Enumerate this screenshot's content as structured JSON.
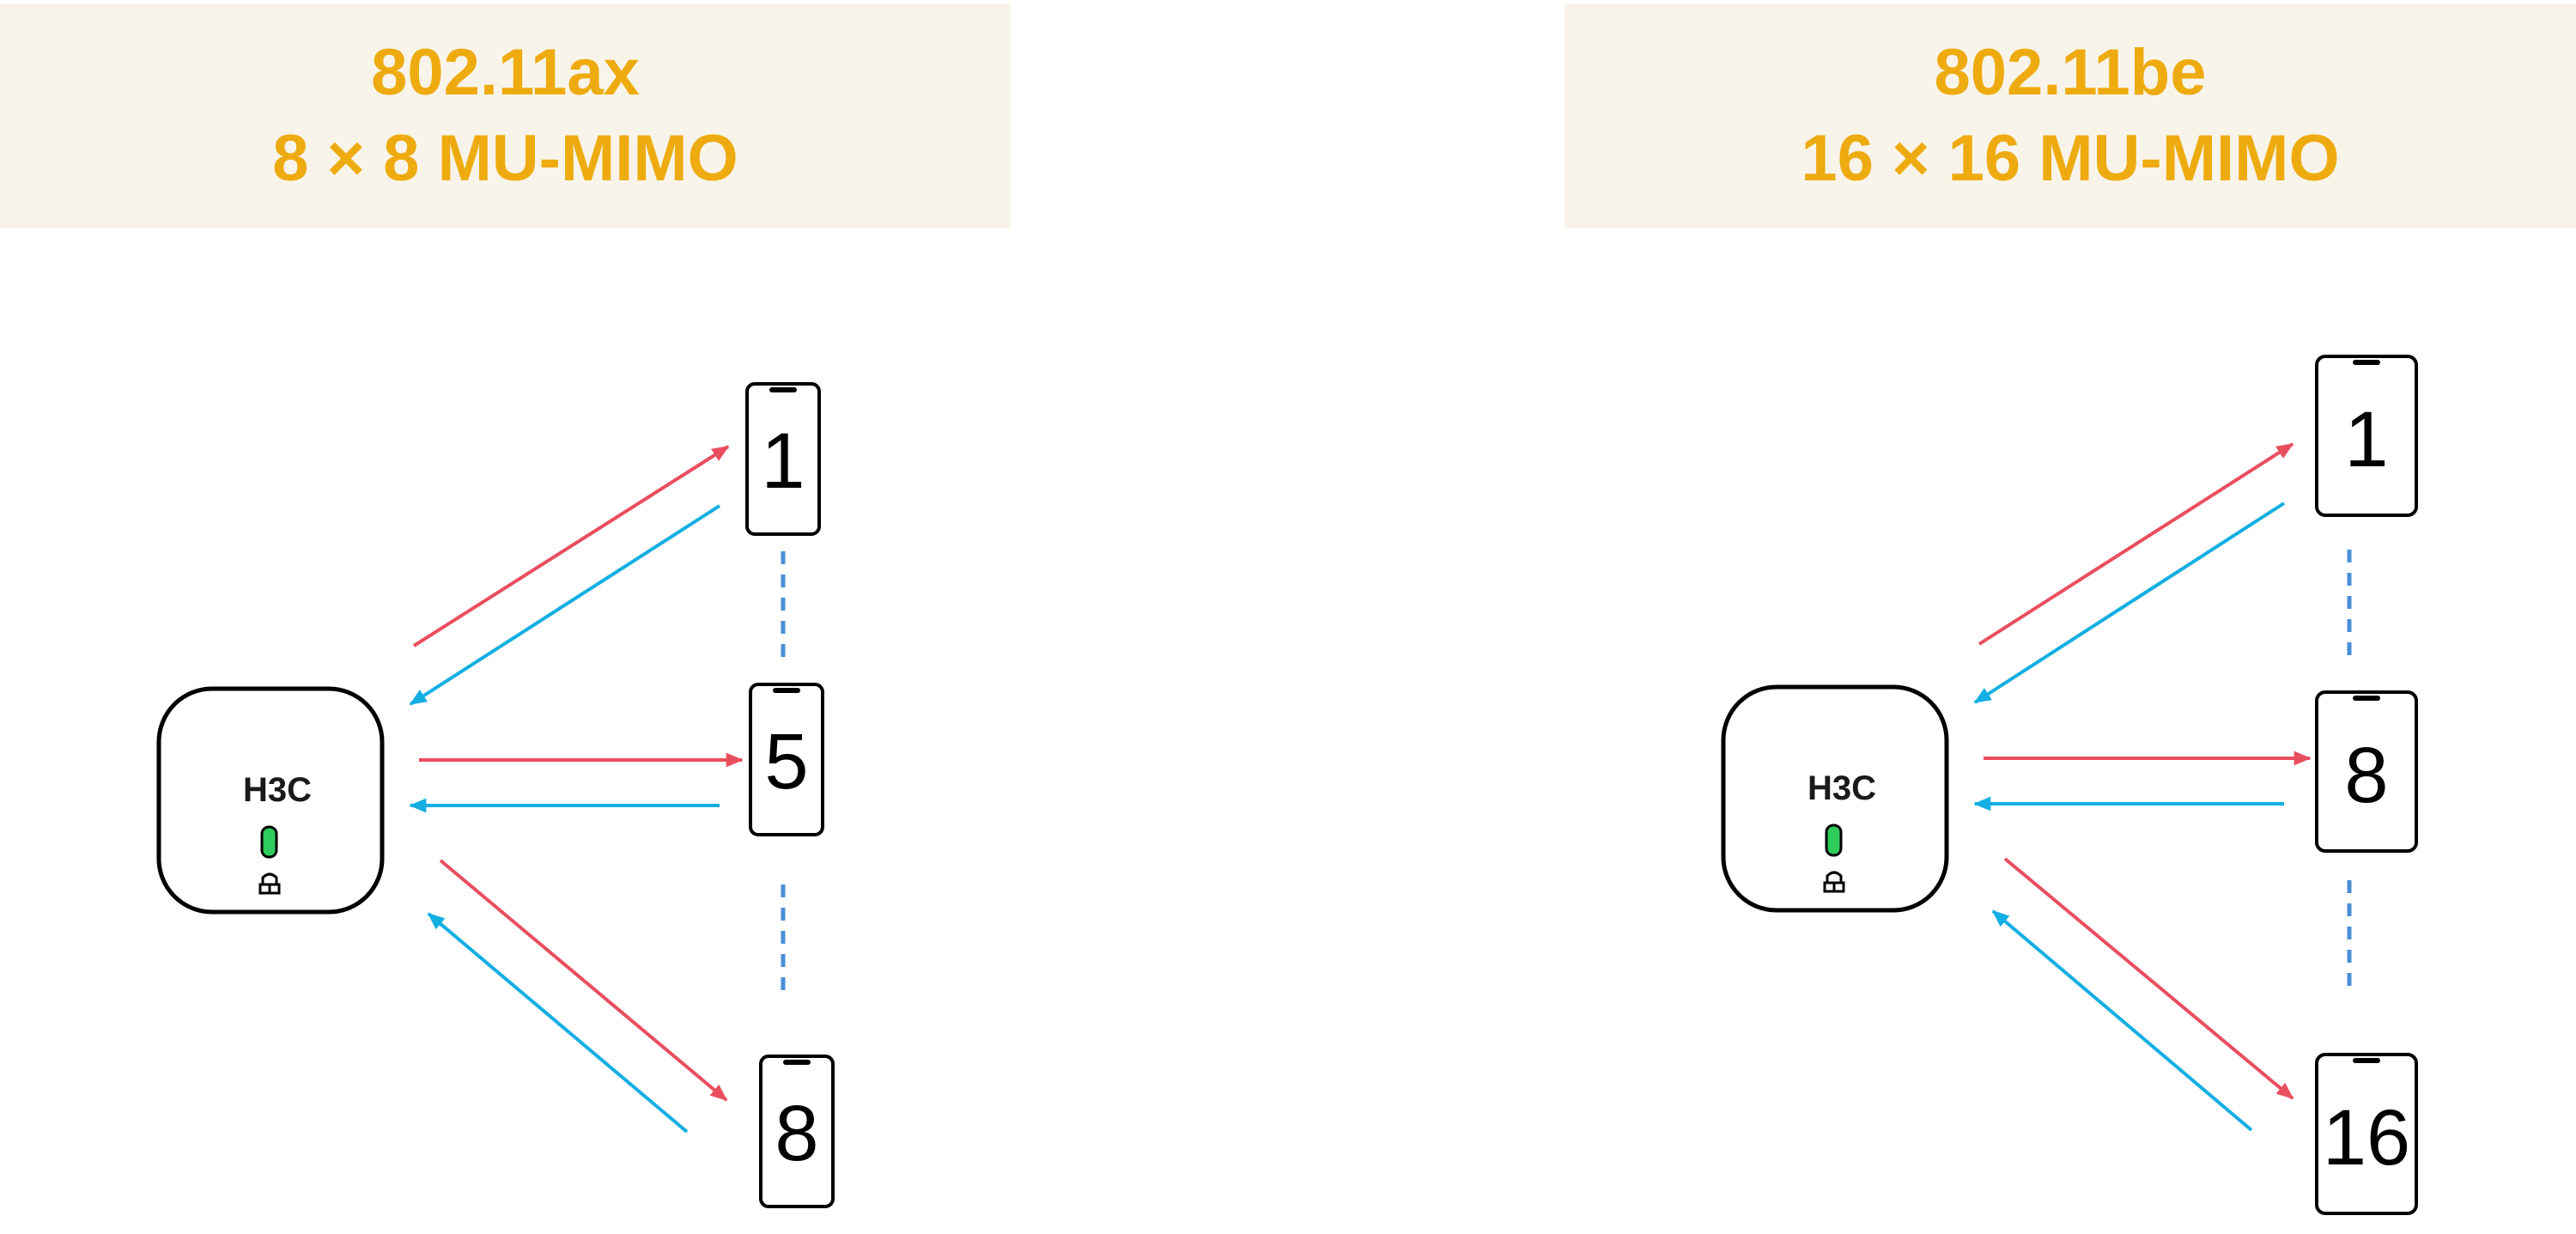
{
  "colors": {
    "banner_text": "#eeab10",
    "banner_bg": "#f8f4e9",
    "downlink_arrow": "#e94e5e",
    "uplink_arrow": "#13aee2",
    "dashed_connector": "#4a8fd6",
    "led": "#2ecc5a"
  },
  "panels": [
    {
      "standard": "802.11ax",
      "mimo": "8 × 8 MU-MIMO",
      "access_point": {
        "brand": "H3C",
        "icons": [
          "led-indicator-icon",
          "lock-icon"
        ]
      },
      "clients": [
        "1",
        "5",
        "8"
      ]
    },
    {
      "standard": "802.11be",
      "mimo": "16 × 16 MU-MIMO",
      "access_point": {
        "brand": "H3C",
        "icons": [
          "led-indicator-icon",
          "lock-icon"
        ]
      },
      "clients": [
        "1",
        "8",
        "16"
      ]
    }
  ],
  "icons": [
    "access-point-icon",
    "smartphone-icon",
    "arrow-icon"
  ]
}
